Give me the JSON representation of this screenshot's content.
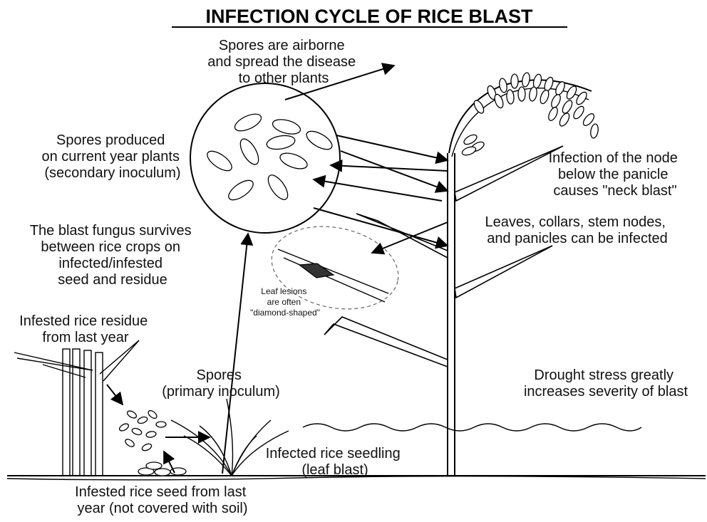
{
  "title": "INFECTION CYCLE OF RICE BLAST",
  "labels": {
    "airborne": [
      "Spores are airborne",
      "and spread the disease",
      "to other plants"
    ],
    "secondary": [
      "Spores produced",
      "on current year plants",
      "(secondary inoculum)"
    ],
    "survives": [
      "The blast fungus survives",
      "between rice crops on",
      "infected/infested",
      "seed and residue"
    ],
    "lesions": [
      "Leaf lesions",
      "are often",
      "\"diamond-shaped\""
    ],
    "residue": [
      "Infested rice residue",
      "from last year"
    ],
    "primary": [
      "Spores",
      "(primary inoculum)"
    ],
    "neck": [
      "Infection of the node",
      "below the panicle",
      "causes \"neck blast\""
    ],
    "parts": [
      "Leaves, collars, stem nodes,",
      "and panicles can be infected"
    ],
    "drought": [
      "Drought stress greatly",
      "increases severity of blast"
    ],
    "seedling": [
      "Infected rice seedling",
      "(leaf blast)"
    ],
    "seed": [
      "Infested rice seed from last",
      "year (not covered with soil)"
    ]
  },
  "icons": [
    "arrowhead",
    "spore",
    "rice-plant",
    "water-line",
    "soil-line"
  ]
}
